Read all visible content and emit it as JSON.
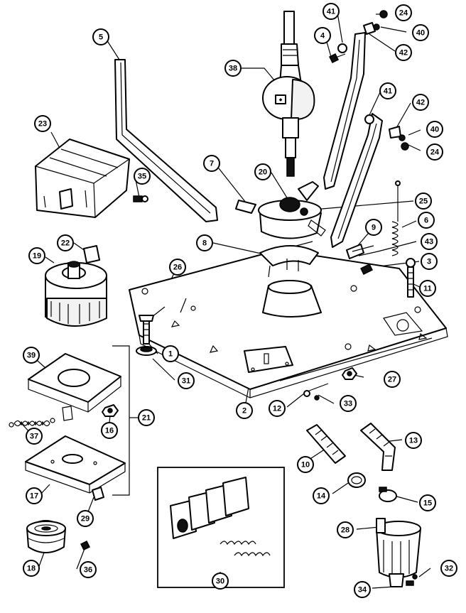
{
  "callouts": [
    {
      "id": "c5",
      "label": "5"
    },
    {
      "id": "c38",
      "label": "38"
    },
    {
      "id": "c4",
      "label": "4"
    },
    {
      "id": "c41a",
      "label": "41"
    },
    {
      "id": "c24a",
      "label": "24"
    },
    {
      "id": "c40a",
      "label": "40"
    },
    {
      "id": "c42a",
      "label": "42"
    },
    {
      "id": "c41b",
      "label": "41"
    },
    {
      "id": "c42b",
      "label": "42"
    },
    {
      "id": "c40b",
      "label": "40"
    },
    {
      "id": "c24b",
      "label": "24"
    },
    {
      "id": "c23",
      "label": "23"
    },
    {
      "id": "c35",
      "label": "35"
    },
    {
      "id": "c7",
      "label": "7"
    },
    {
      "id": "c20",
      "label": "20"
    },
    {
      "id": "c25",
      "label": "25"
    },
    {
      "id": "c6",
      "label": "6"
    },
    {
      "id": "c9",
      "label": "9"
    },
    {
      "id": "c43",
      "label": "43"
    },
    {
      "id": "c3",
      "label": "3"
    },
    {
      "id": "c11",
      "label": "11"
    },
    {
      "id": "c22",
      "label": "22"
    },
    {
      "id": "c19",
      "label": "19"
    },
    {
      "id": "c8",
      "label": "8"
    },
    {
      "id": "c26",
      "label": "26"
    },
    {
      "id": "c1",
      "label": "1"
    },
    {
      "id": "c31",
      "label": "31"
    },
    {
      "id": "c39",
      "label": "39"
    },
    {
      "id": "c27",
      "label": "27"
    },
    {
      "id": "c2",
      "label": "2"
    },
    {
      "id": "c12",
      "label": "12"
    },
    {
      "id": "c33",
      "label": "33"
    },
    {
      "id": "c16",
      "label": "16"
    },
    {
      "id": "c21",
      "label": "21"
    },
    {
      "id": "c37",
      "label": "37"
    },
    {
      "id": "c10",
      "label": "10"
    },
    {
      "id": "c13",
      "label": "13"
    },
    {
      "id": "c17",
      "label": "17"
    },
    {
      "id": "c29",
      "label": "29"
    },
    {
      "id": "c14",
      "label": "14"
    },
    {
      "id": "c15",
      "label": "15"
    },
    {
      "id": "c28",
      "label": "28"
    },
    {
      "id": "c18",
      "label": "18"
    },
    {
      "id": "c36",
      "label": "36"
    },
    {
      "id": "c30",
      "label": "30"
    },
    {
      "id": "c32",
      "label": "32"
    },
    {
      "id": "c34",
      "label": "34"
    }
  ]
}
